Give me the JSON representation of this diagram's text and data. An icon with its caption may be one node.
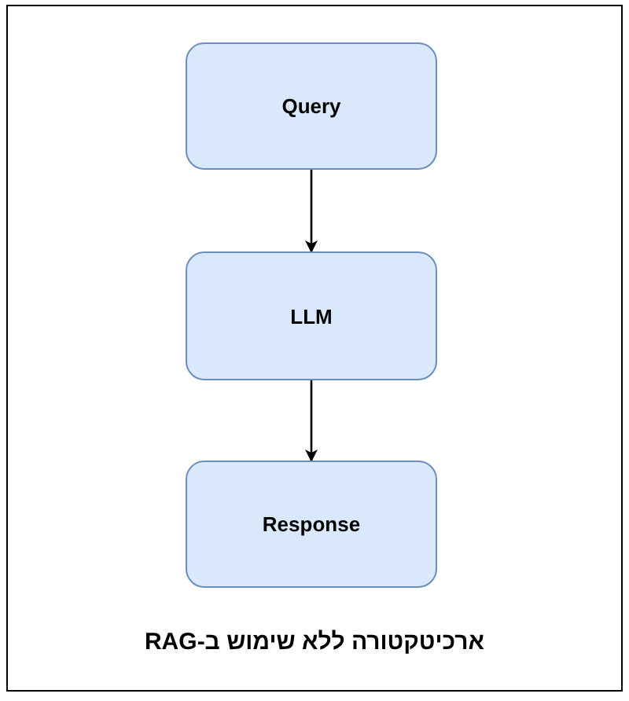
{
  "diagram": {
    "caption": "ארכיטקטורה ללא שימוש ב-RAG",
    "nodes": [
      {
        "text": [
          "Query"
        ]
      },
      {
        "text": [
          "LLM"
        ]
      },
      {
        "text": [
          "Response"
        ]
      }
    ],
    "edges": [
      {
        "from": 0,
        "to": 1,
        "arrow": "to"
      },
      {
        "from": 1,
        "to": 2,
        "arrow": "to"
      }
    ]
  }
}
